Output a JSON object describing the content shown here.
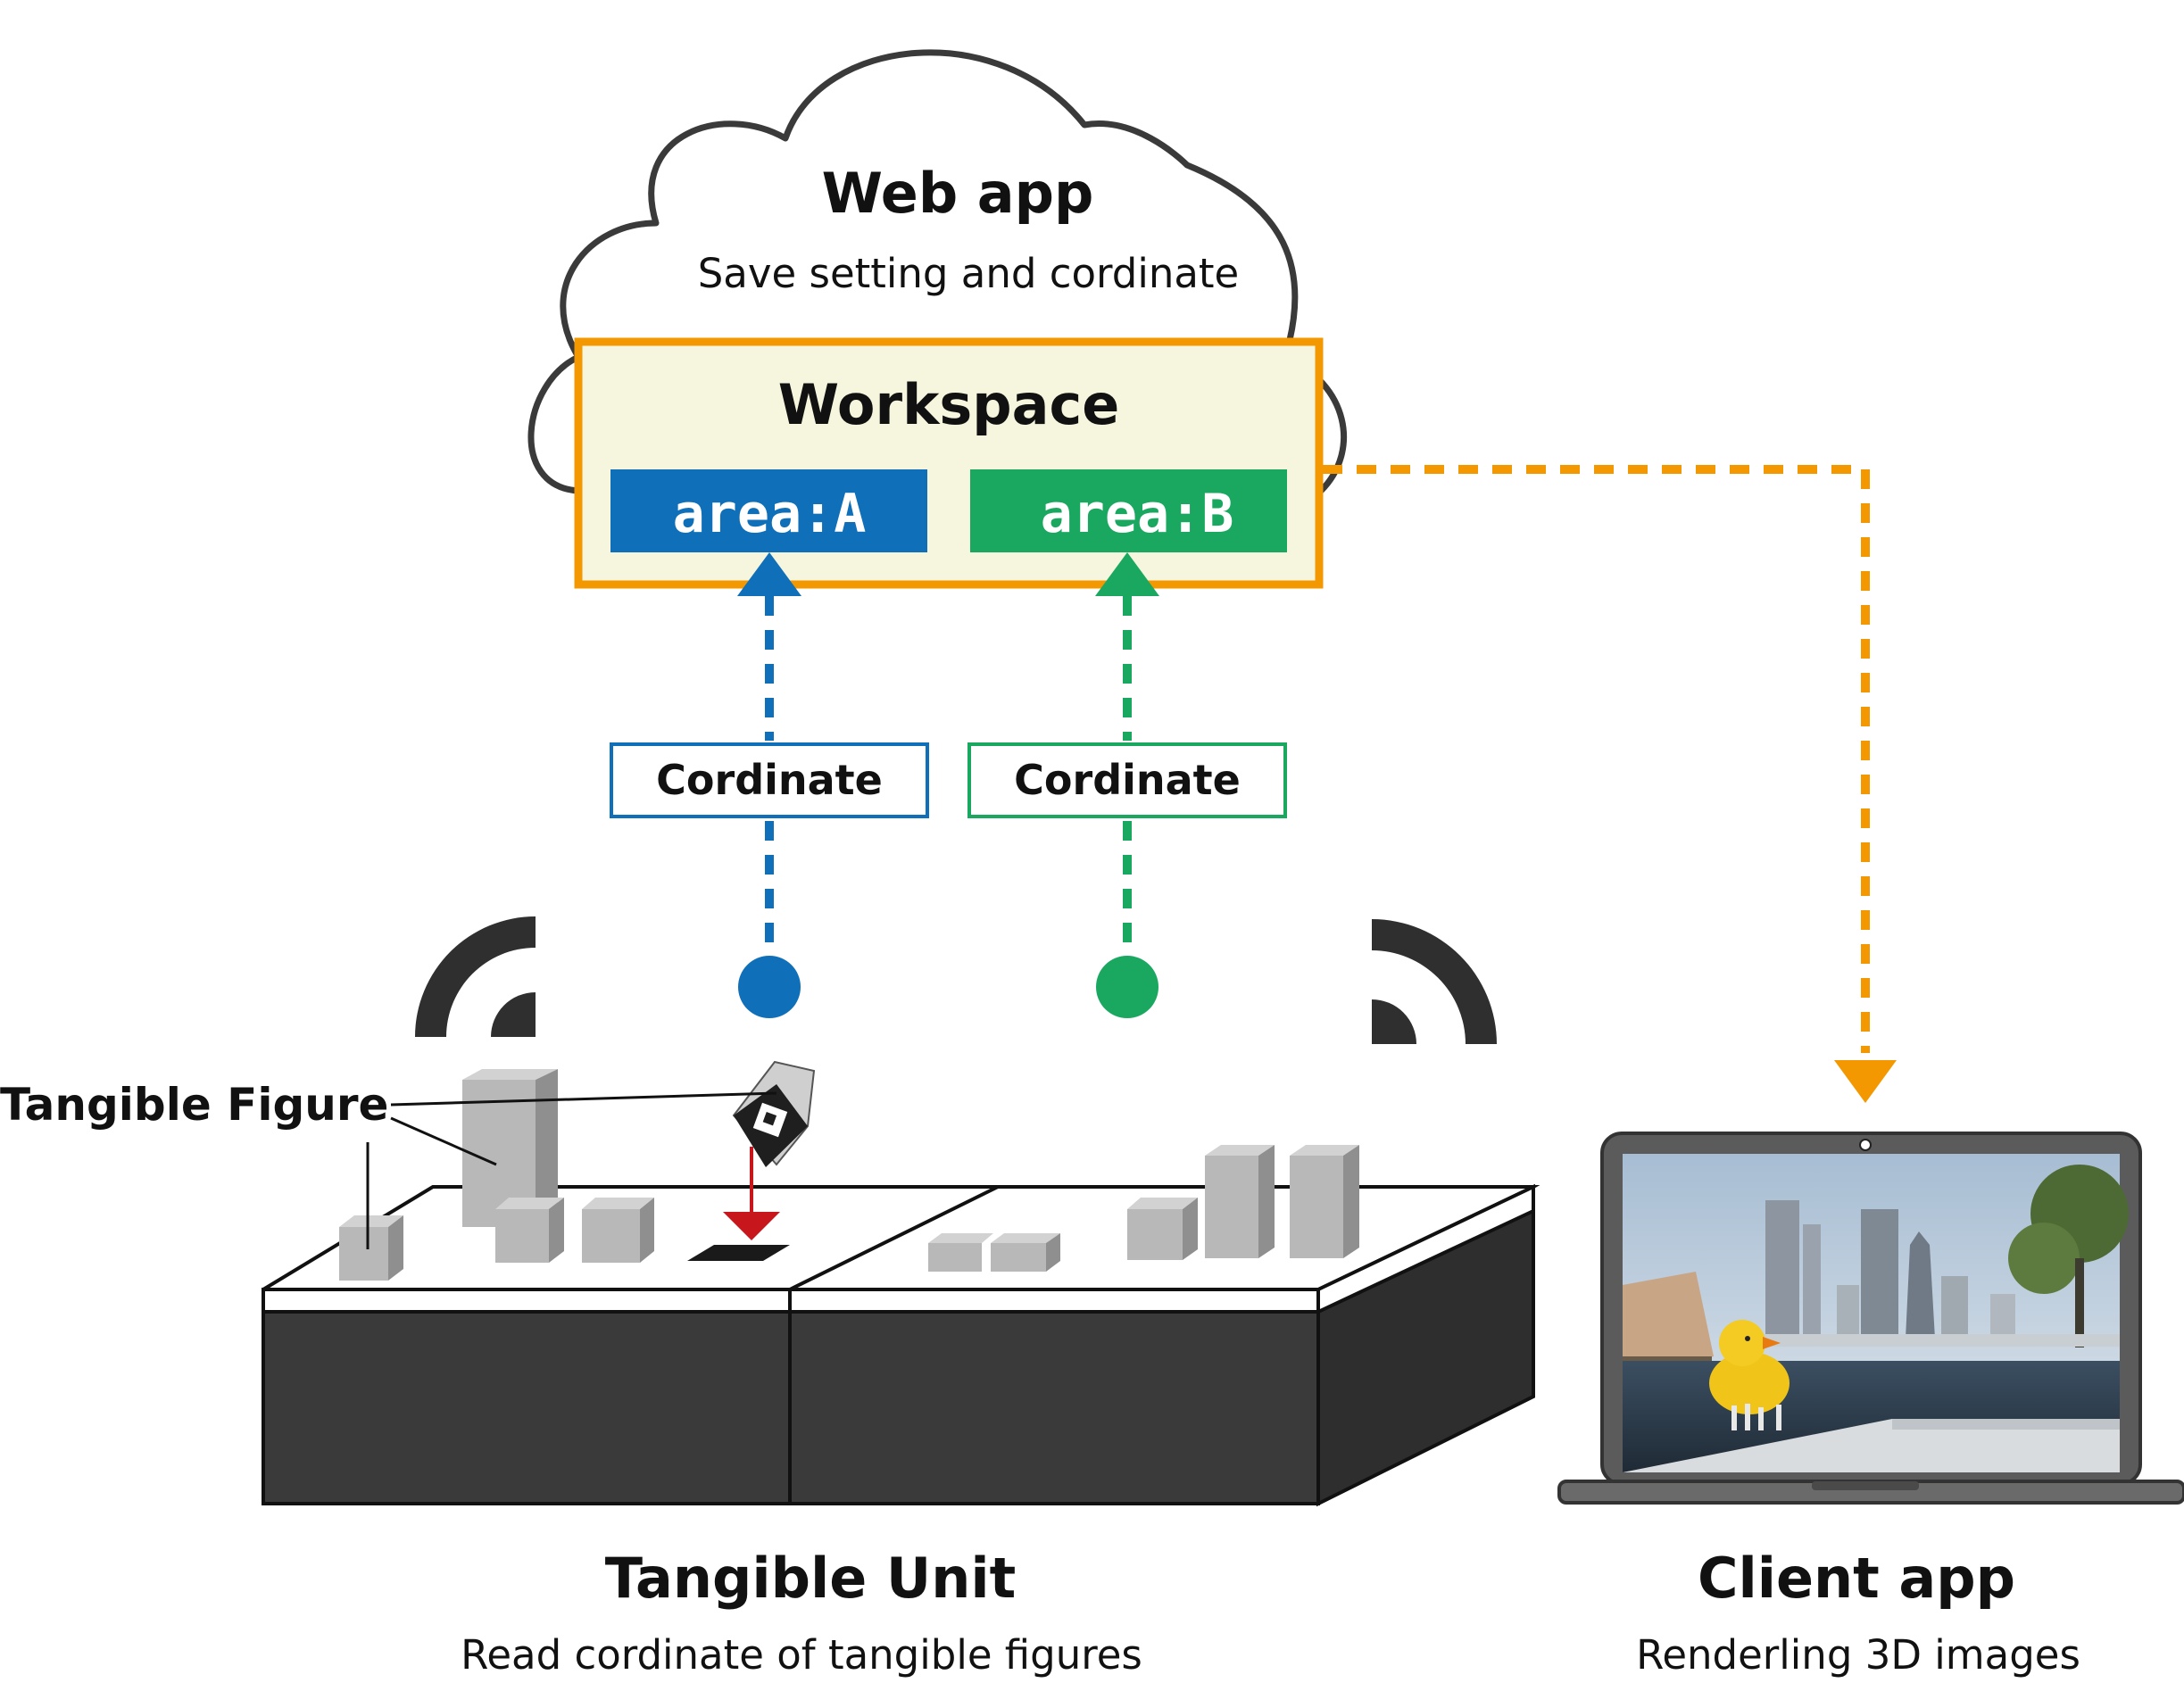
{
  "web_app": {
    "title": "Web app",
    "subtitle": "Save setting and cordinate"
  },
  "workspace": {
    "title": "Workspace",
    "area_a": "area:A",
    "area_b": "area:B"
  },
  "labels": {
    "cordinate_a": "Cordinate",
    "cordinate_b": "Cordinate",
    "tangible_figure": "Tangible Figure"
  },
  "tangible_unit": {
    "title": "Tangible Unit",
    "subtitle": "Read cordinate of tangible figures"
  },
  "client_app": {
    "title": "Client app",
    "subtitle": "Renderling 3D images"
  },
  "colors": {
    "orange": "#f39800",
    "blue": "#0f6fb8",
    "green": "#1aa860",
    "red": "#c8161d",
    "workspace_bg": "#f6f5dd",
    "unit_dark": "#3a3a3a",
    "figure_gray": "#b8b8b8"
  },
  "icons": [
    "cloud-icon",
    "wifi-icon-left",
    "wifi-icon-right",
    "laptop-icon",
    "ar-marker-icon"
  ]
}
